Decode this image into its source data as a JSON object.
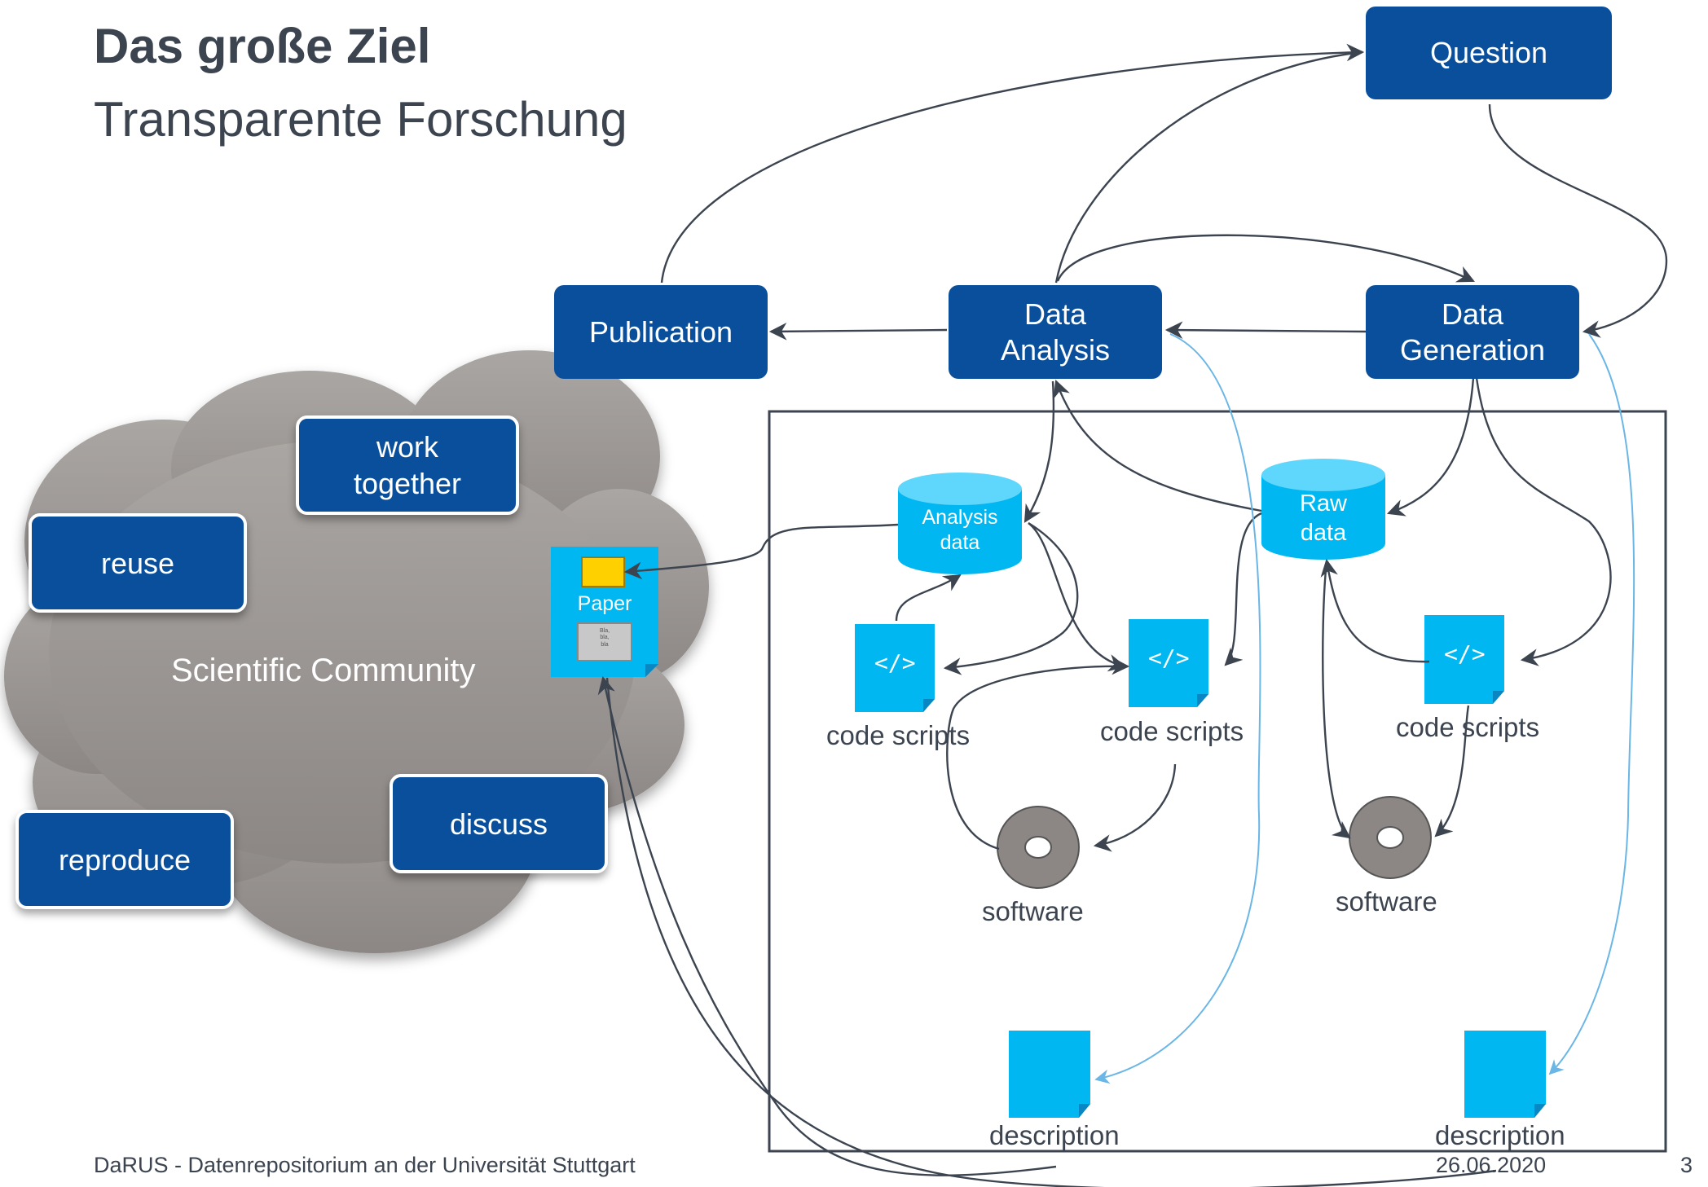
{
  "header": {
    "title": "Das große Ziel",
    "subtitle": "Transparente Forschung"
  },
  "process": {
    "question": "Question",
    "publication": "Publication",
    "data_analysis": "Data\nAnalysis",
    "data_generation": "Data\nGeneration"
  },
  "community": {
    "label": "Scientific Community",
    "work_together": "work\ntogether",
    "reuse": "reuse",
    "reproduce": "reproduce",
    "discuss": "discuss",
    "paper_label": "Paper",
    "paper_snippet": "Bla,\nbla,\nbla"
  },
  "repository": {
    "analysis_data": "Analysis\ndata",
    "raw_data": "Raw\ndata",
    "code_tag": "</>",
    "code_scripts_1": "code scripts",
    "code_scripts_2": "code scripts",
    "code_scripts_3": "code scripts",
    "software_1": "software",
    "software_2": "software",
    "description_1": "description",
    "description_2": "description"
  },
  "footer": {
    "org": "DaRUS - Datenrepositorium an der Universität Stuttgart",
    "date": "26.06.2020",
    "page": "3"
  },
  "colors": {
    "box": "#0a4f9c",
    "cyan": "#00b7f1",
    "cloud": "#9a9593",
    "text": "#3c4450",
    "arrow_dark": "#3c4450",
    "arrow_light": "#6ab6e6"
  }
}
